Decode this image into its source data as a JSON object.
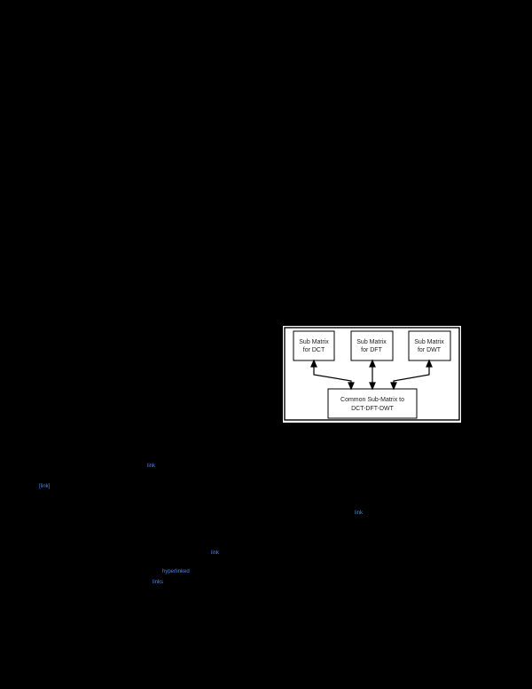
{
  "page": {
    "background_color": "#000000",
    "note": "PDF page rendered with transparent background; body text invisible"
  },
  "colors": {
    "link_blue": "#4a86e8",
    "figure_background": "#ffffff",
    "figure_border": "#000000"
  },
  "figure": {
    "type": "block-diagram",
    "top_boxes": [
      {
        "line1": "Sub Matrix",
        "line2": "for DCT"
      },
      {
        "line1": "Sub Matrix",
        "line2": "for DFT"
      },
      {
        "line1": "Sub Matrix",
        "line2": "for DWT"
      }
    ],
    "bottom_box": {
      "line1": "Common  Sub-Matrix to",
      "line2": "DCT-DFT-DWT"
    },
    "connections": "double-headed arrows from each top box to the bottom box"
  },
  "links": [
    {
      "text": "link"
    },
    {
      "text": "[link]"
    },
    {
      "text": "link"
    },
    {
      "text": "link"
    },
    {
      "text": "hyperlinked"
    },
    {
      "text": "links"
    }
  ]
}
